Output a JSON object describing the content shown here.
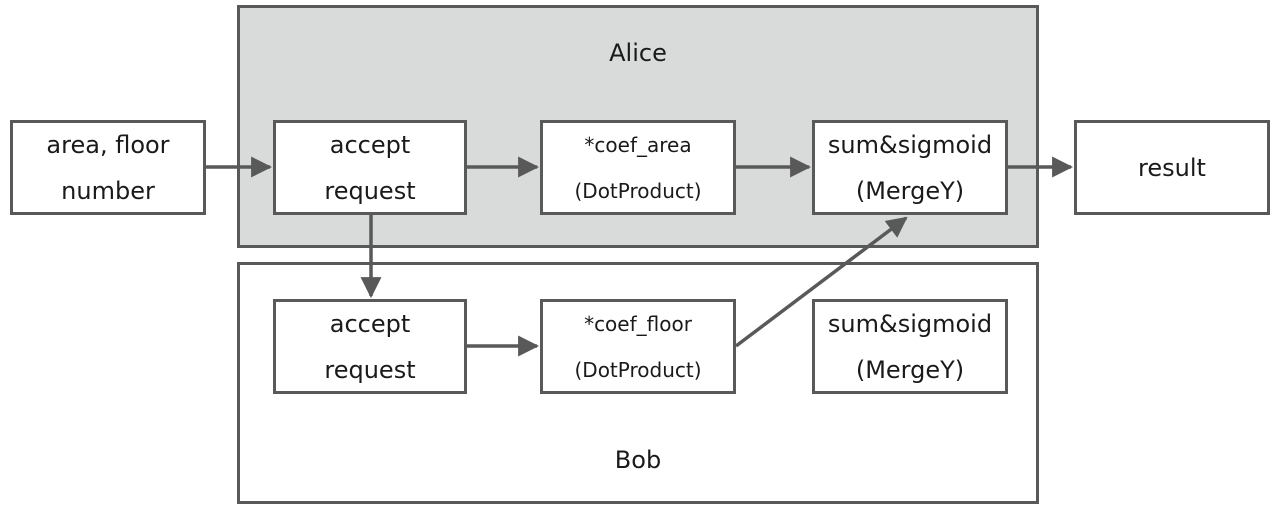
{
  "groups": {
    "alice": {
      "title": "Alice"
    },
    "bob": {
      "title": "Bob"
    }
  },
  "nodes": {
    "input": {
      "line1": "area, floor",
      "line2": "number"
    },
    "alice_accept": {
      "line1": "accept",
      "line2": "request"
    },
    "alice_coef": {
      "line1": "*coef_area",
      "line2": "(DotProduct)"
    },
    "alice_sum": {
      "line1": "sum&sigmoid",
      "line2": "(MergeY)"
    },
    "result": {
      "line1": "result"
    },
    "bob_accept": {
      "line1": "accept",
      "line2": "request"
    },
    "bob_coef": {
      "line1": "*coef_floor",
      "line2": "(DotProduct)"
    },
    "bob_sum": {
      "line1": "sum&sigmoid",
      "line2": "(MergeY)"
    }
  },
  "colors": {
    "alice_fill": "#d9dbda",
    "border": "#595959",
    "arrow": "#595959"
  }
}
